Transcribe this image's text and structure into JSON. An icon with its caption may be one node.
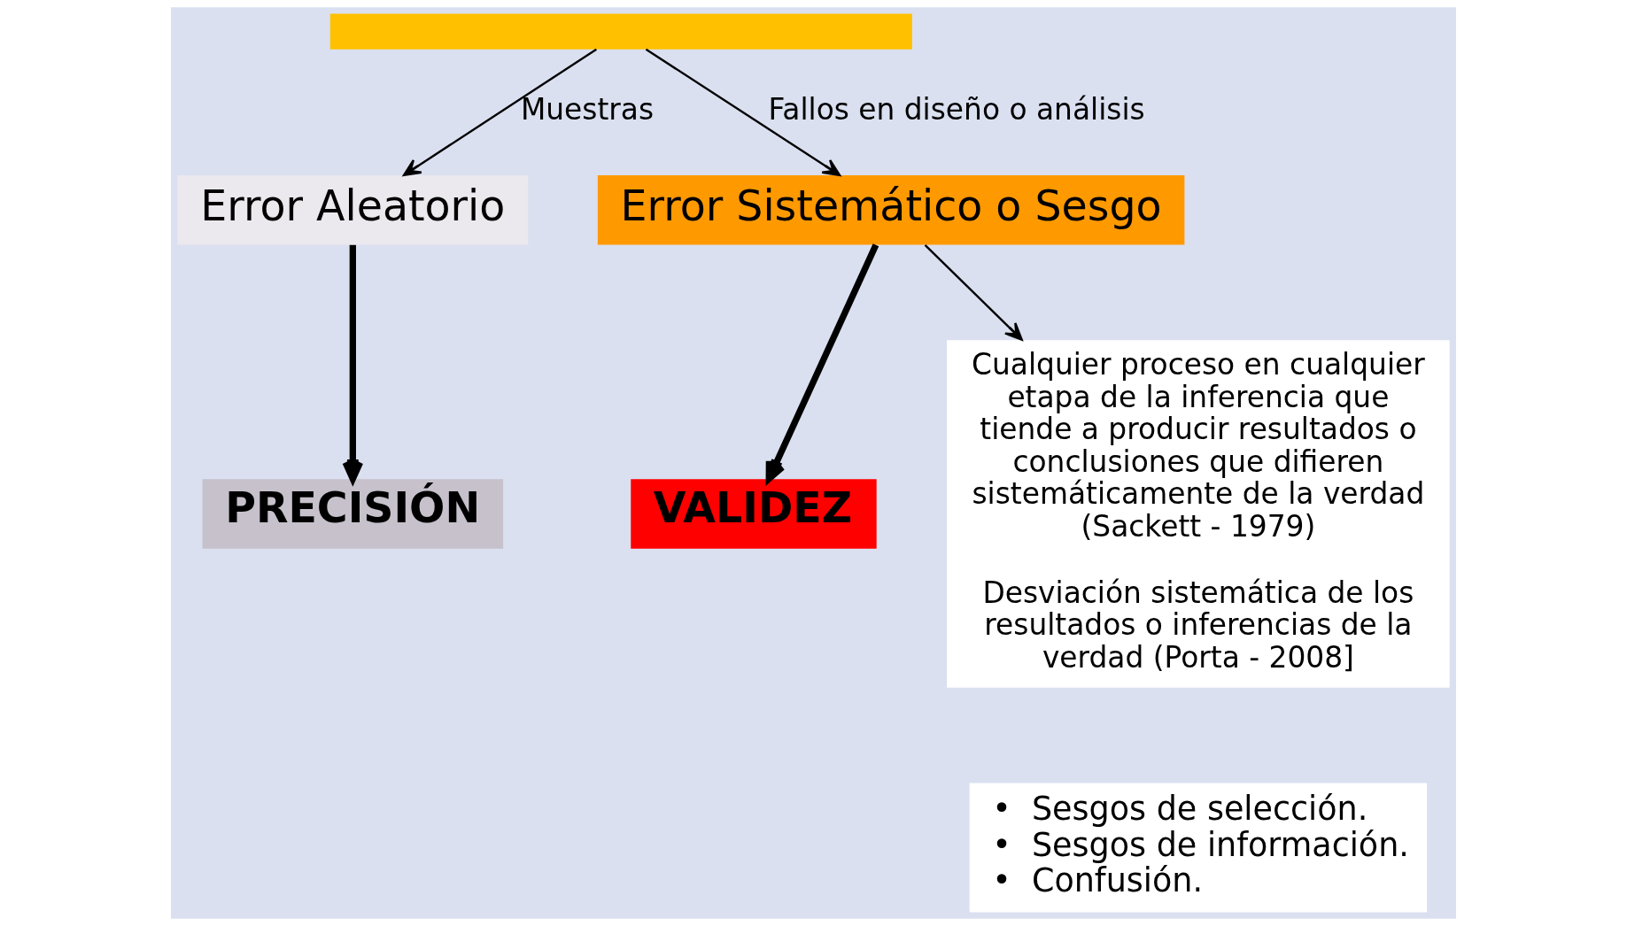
{
  "diagram": {
    "nodes": [
      {
        "text": [],
        "shape": "box"
      },
      {
        "text": [
          "Error Aleatorio"
        ]
      },
      {
        "text": [
          "Error Sistemático o Sesgo"
        ]
      },
      {
        "text": [
          "PRECISIÓN"
        ]
      },
      {
        "text": [
          "VALIDEZ"
        ]
      },
      {
        "text": [
          "Cualquier proceso en cualquier etapa de la inferencia que tiende a producir resultados o conclusiones que difieren sistemáticamente de la verdad (Sackett - 1979)",
          "Desviación sistemática de los resultados o inferencias de la verdad (Porta - 2008]"
        ]
      },
      {
        "text": [
          "•  Sesgos de selección.",
          "•  Sesgos de información.",
          "•  Confusión."
        ]
      }
    ],
    "edges": [
      {
        "from": 0,
        "to": 1,
        "arrow": "to",
        "label": "Muestras"
      },
      {
        "from": 0,
        "to": 2,
        "arrow": "to",
        "label": "Fallos en diseño o análisis"
      },
      {
        "from": 1,
        "to": 3,
        "arrow": "to",
        "style": "thick"
      },
      {
        "from": 2,
        "to": 4,
        "arrow": "to",
        "style": "thick"
      },
      {
        "from": 2,
        "to": 5,
        "arrow": "to"
      }
    ]
  }
}
